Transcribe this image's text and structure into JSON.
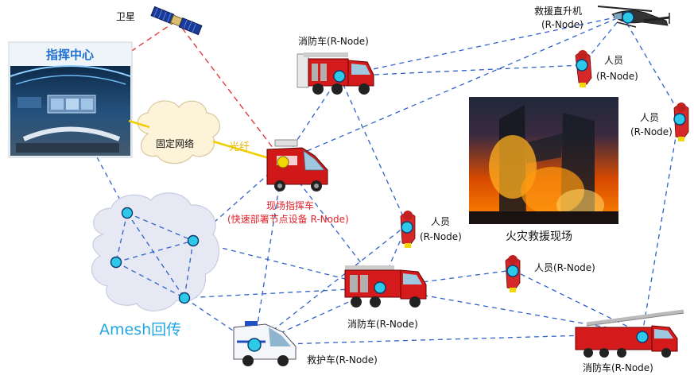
{
  "satellite": {
    "label": "卫星"
  },
  "command_center": {
    "title": "指挥中心"
  },
  "fixed_network": {
    "label": "固定网络"
  },
  "fiber": {
    "label": "光纤"
  },
  "command_vehicle": {
    "label_line1": "现场指挥车",
    "label_line2": "(快速部署节点设备 R-Node)"
  },
  "amesh": {
    "label": "Amesh回传"
  },
  "fire_truck_top": {
    "label": "消防车(R-Node)"
  },
  "helicopter": {
    "label_line1": "救援直升机",
    "label_line2": "(R-Node)"
  },
  "person_top": {
    "label_line1": "人员",
    "label_line2": "(R-Node)"
  },
  "person_right": {
    "label_line1": "人员",
    "label_line2": "(R-Node)"
  },
  "person_mid": {
    "label_line1": "人员",
    "label_line2": "(R-Node)"
  },
  "person_low": {
    "label": "人员(R-Node)"
  },
  "fire_scene": {
    "label": "火灾救援现场"
  },
  "fire_truck_mid": {
    "label": "消防车(R-Node)"
  },
  "ambulance": {
    "label": "救护车(R-Node)"
  },
  "ladder_truck": {
    "label": "消防车(R-Node)"
  },
  "colors": {
    "link_blue": "#2f62c8",
    "link_red": "#e03030",
    "fiber_yellow": "#f0d000",
    "node_cyan": "#2ec8e8",
    "amesh_text": "#22a6e0",
    "command_title": "#1f6fd0",
    "vehicle_label_red": "#e0202a"
  }
}
